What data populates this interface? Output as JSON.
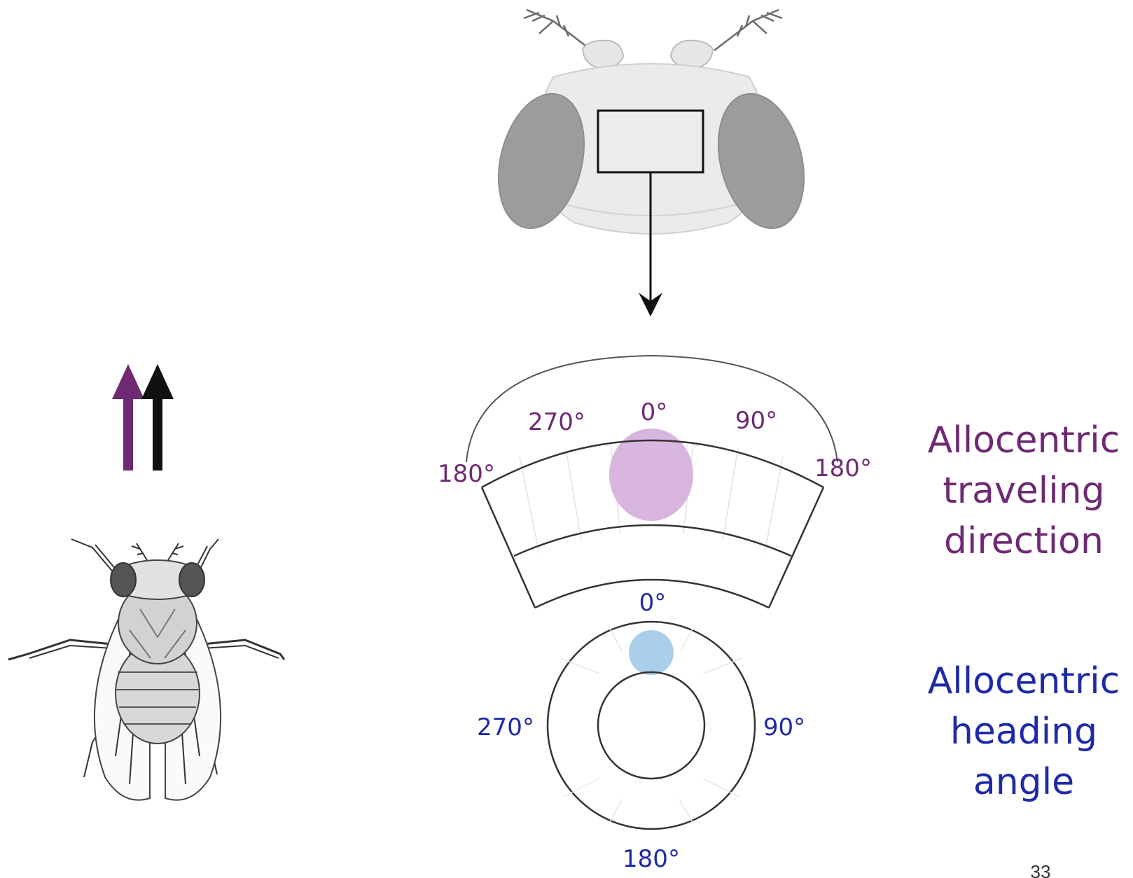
{
  "travel_ring": {
    "labels": [
      "180°",
      "270°",
      "0°",
      "90°",
      "180°"
    ],
    "color": "#6e2a72",
    "bump_color": "#d9b6df"
  },
  "heading_ring": {
    "labels": [
      "0°",
      "90°",
      "180°",
      "270°"
    ],
    "color": "#1f2aa6",
    "bump_color": "#a9cfea"
  },
  "legend": {
    "travel_lines": [
      "Allocentric",
      "traveling",
      "direction"
    ],
    "heading_lines": [
      "Allocentric",
      "heading",
      "angle"
    ]
  },
  "arrows": {
    "travel_color": "#6e2a72",
    "heading_color": "#111111"
  },
  "page_number": "33"
}
